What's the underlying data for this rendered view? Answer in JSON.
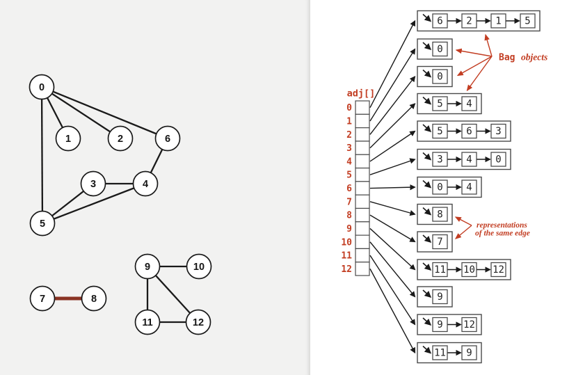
{
  "colors": {
    "accent_red": "#c23d22",
    "highlighted_edge": "#8a3324",
    "line": "#1a1a1a"
  },
  "graph": {
    "vertices": [
      "0",
      "1",
      "2",
      "3",
      "4",
      "5",
      "6",
      "7",
      "8",
      "9",
      "10",
      "11",
      "12"
    ],
    "edges": [
      [
        "0",
        "1"
      ],
      [
        "0",
        "2"
      ],
      [
        "0",
        "6"
      ],
      [
        "0",
        "5"
      ],
      [
        "6",
        "4"
      ],
      [
        "3",
        "4"
      ],
      [
        "3",
        "5"
      ],
      [
        "4",
        "5"
      ],
      [
        "9",
        "10"
      ],
      [
        "9",
        "11"
      ],
      [
        "9",
        "12"
      ],
      [
        "11",
        "12"
      ]
    ],
    "highlighted_edge": [
      "7",
      "8"
    ]
  },
  "adjacency": {
    "label": "adj[]",
    "rows": [
      {
        "index": "0",
        "list": [
          "6",
          "2",
          "1",
          "5"
        ]
      },
      {
        "index": "1",
        "list": [
          "0"
        ]
      },
      {
        "index": "2",
        "list": [
          "0"
        ]
      },
      {
        "index": "3",
        "list": [
          "5",
          "4"
        ]
      },
      {
        "index": "4",
        "list": [
          "5",
          "6",
          "3"
        ]
      },
      {
        "index": "5",
        "list": [
          "3",
          "4",
          "0"
        ]
      },
      {
        "index": "6",
        "list": [
          "0",
          "4"
        ]
      },
      {
        "index": "7",
        "list": [
          "8"
        ]
      },
      {
        "index": "8",
        "list": [
          "7"
        ]
      },
      {
        "index": "9",
        "list": [
          "11",
          "10",
          "12"
        ]
      },
      {
        "index": "10",
        "list": [
          "9"
        ]
      },
      {
        "index": "11",
        "list": [
          "9",
          "12"
        ]
      },
      {
        "index": "12",
        "list": [
          "11",
          "9"
        ]
      }
    ]
  },
  "annotations": {
    "bag_label_mono": "Bag",
    "bag_label_italic": "objects",
    "same_edge_line1": "representations",
    "same_edge_line2": "of the same edge"
  }
}
